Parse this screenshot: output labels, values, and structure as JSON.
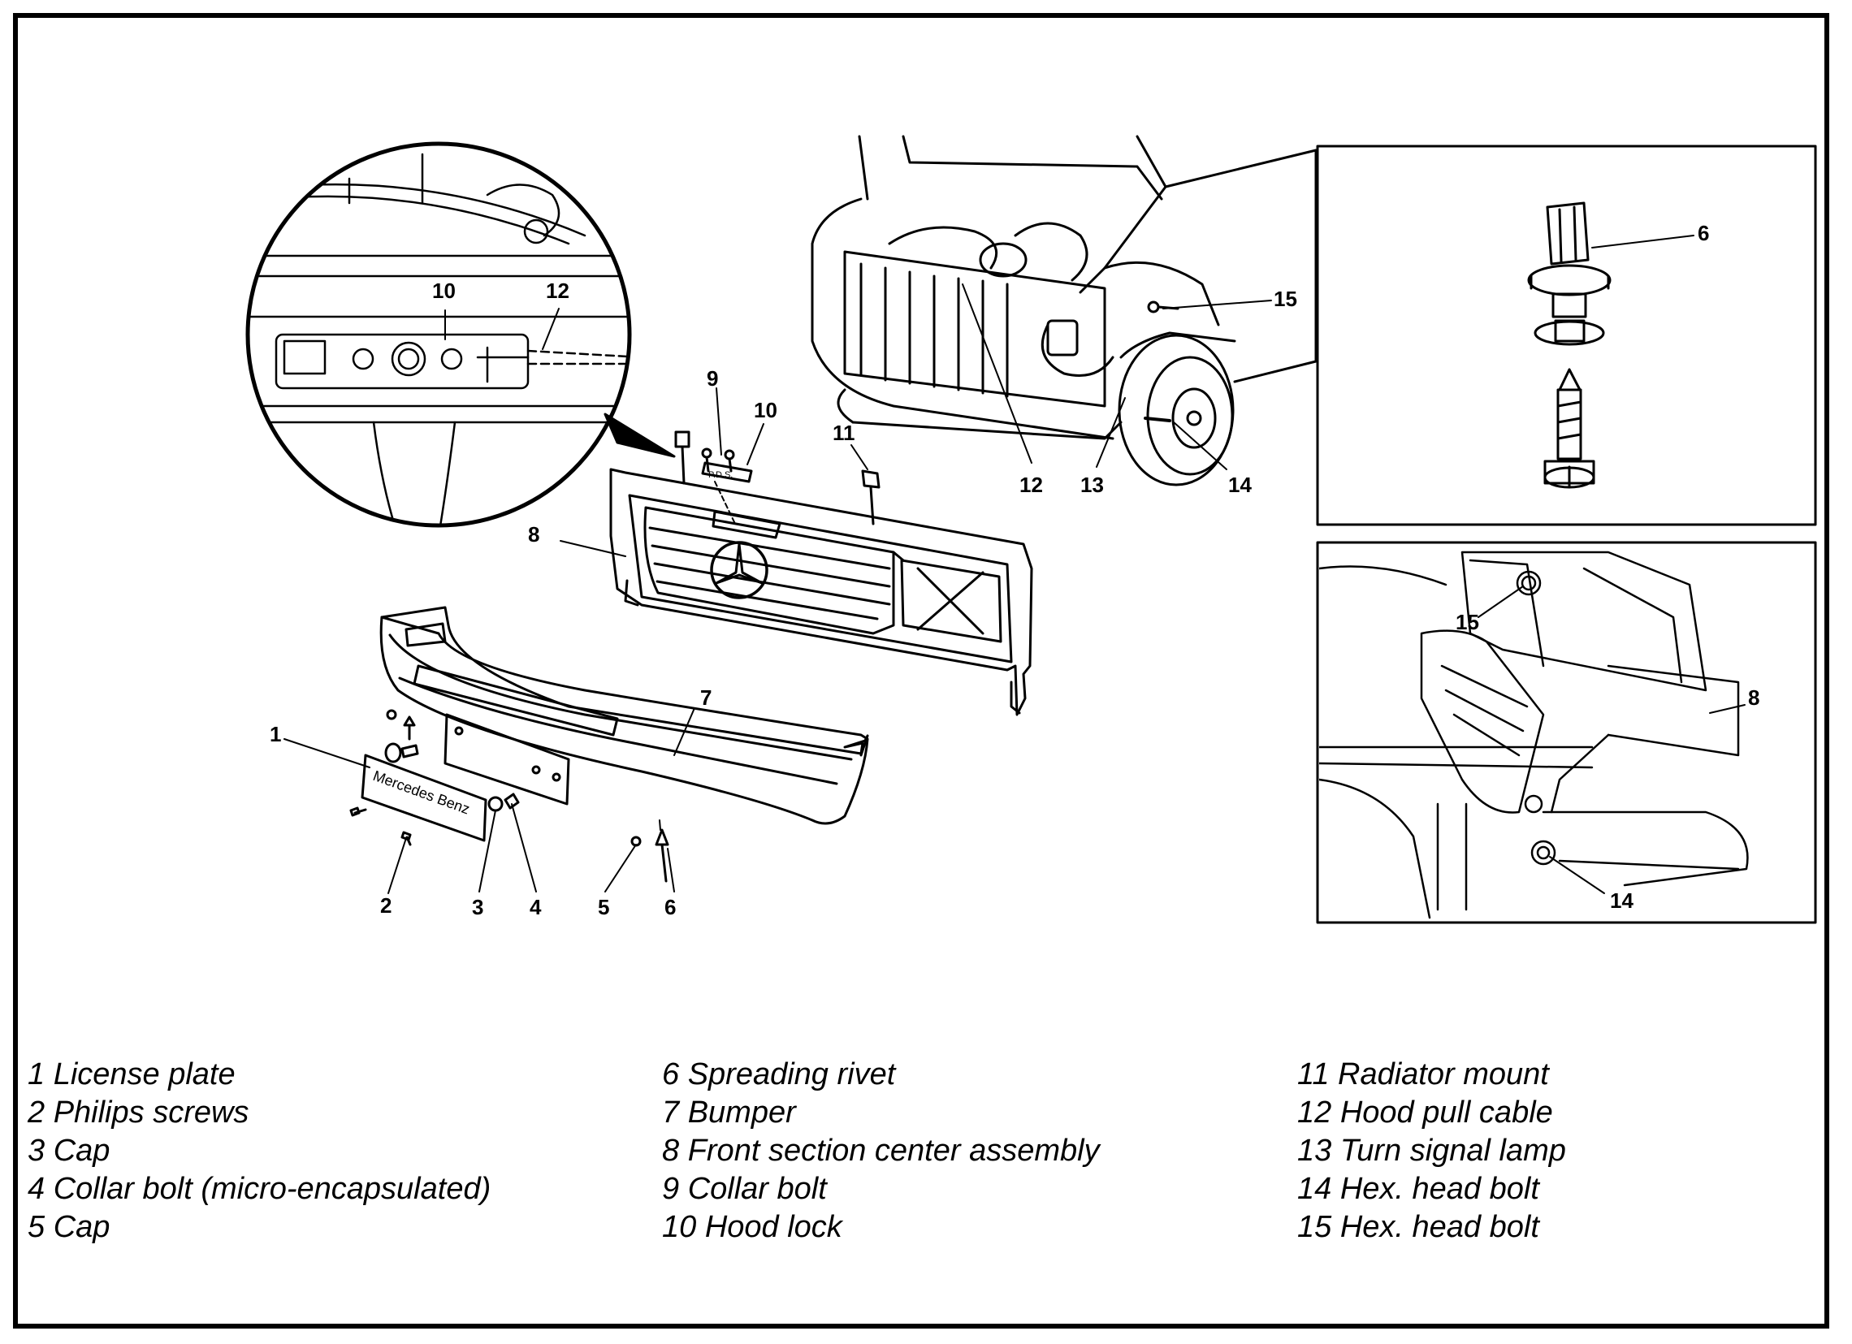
{
  "callouts": {
    "c1": "1",
    "c2": "2",
    "c3": "3",
    "c4": "4",
    "c5": "5",
    "c6": "6",
    "c7": "7",
    "c8": "8",
    "c9": "9",
    "c10": "10",
    "c11": "11",
    "inset_c10": "10",
    "inset_c12": "12",
    "vehicle_c12": "12",
    "vehicle_c13": "13",
    "vehicle_c14": "14",
    "vehicle_c15": "15",
    "rivet_c6": "6",
    "detail_c15": "15",
    "detail_c8": "8",
    "detail_c14": "14"
  },
  "plate_text": "Mercedes Benz",
  "badge_text": "P.D.S.",
  "legend": {
    "col1": [
      "1 License plate",
      "2 Philips screws",
      "3 Cap",
      "4 Collar bolt (micro-encapsulated)",
      "5 Cap"
    ],
    "col2": [
      "6 Spreading rivet",
      "7 Bumper",
      "8 Front section center assembly",
      "9 Collar bolt",
      "10 Hood lock"
    ],
    "col3": [
      "11 Radiator mount",
      "12 Hood pull cable",
      "13 Turn signal lamp",
      "14 Hex. head bolt",
      "15 Hex. head bolt"
    ]
  }
}
